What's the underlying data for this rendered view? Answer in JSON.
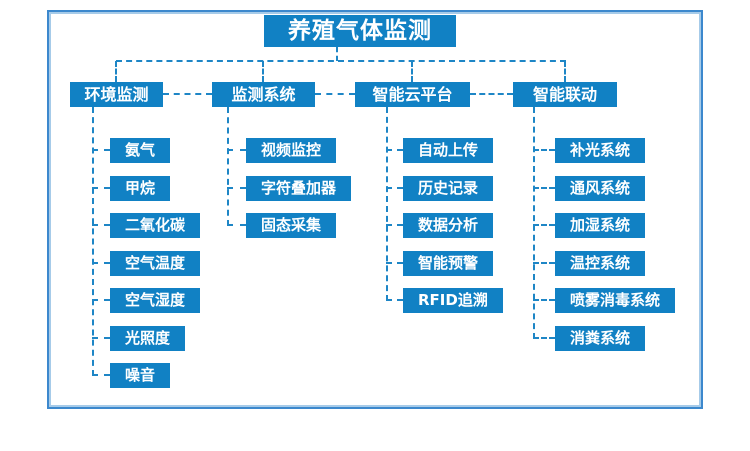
{
  "title": "养殖气体监测",
  "colors": {
    "node_blue": "#1181c4",
    "connector_blue": "#1e86c6",
    "frame_blue": "#3c88cd",
    "frame_inner_blue": "#a6cbe9",
    "text_white": "#ffffff",
    "background": "#ffffff"
  },
  "tree": {
    "root": "养殖气体监测",
    "branches": [
      {
        "label": "环境监测",
        "children": [
          "氨气",
          "甲烷",
          "二氧化碳",
          "空气温度",
          "空气湿度",
          "光照度",
          "噪音"
        ]
      },
      {
        "label": "监测系统",
        "children": [
          "视频监控",
          "字符叠加器",
          "固态采集"
        ]
      },
      {
        "label": "智能云平台",
        "children": [
          "自动上传",
          "历史记录",
          "数据分析",
          "智能预警",
          "RFID追溯"
        ]
      },
      {
        "label": "智能联动",
        "children": [
          "补光系统",
          "通风系统",
          "加湿系统",
          "温控系统",
          "喷雾消毒系统",
          "消粪系统"
        ]
      }
    ]
  }
}
